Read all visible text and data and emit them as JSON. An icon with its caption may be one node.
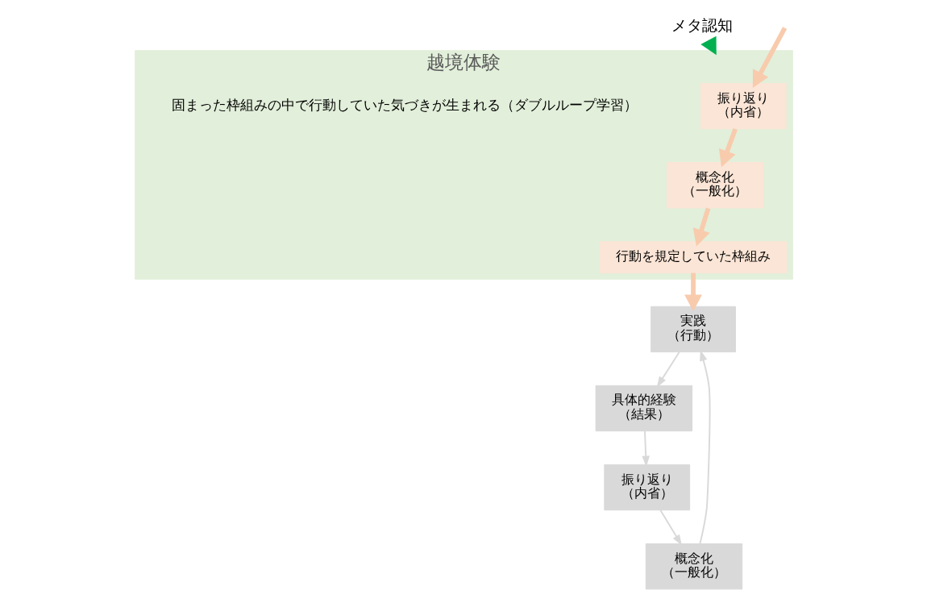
{
  "diagram": {
    "nodes": [
      {
        "text": [
          "越境体験"
        ]
      },
      {
        "text": [
          "振り返り",
          "（内省）"
        ],
        "in": 0
      },
      {
        "text": [
          "概念化",
          "（一般化）"
        ],
        "in": 0
      },
      {
        "text": [
          "行動を規定していた枠組み"
        ],
        "in": 0
      },
      {
        "text": [
          "実践",
          "（行動）"
        ]
      },
      {
        "text": [
          "具体的経験",
          "（結果）"
        ]
      },
      {
        "text": [
          "振り返り",
          "（内省）"
        ]
      },
      {
        "text": [
          "概念化",
          "（一般化）"
        ]
      },
      {
        "text": [
          "メタ認知"
        ]
      }
    ],
    "edges": [
      {
        "from": 1,
        "to": 2,
        "arrow": "to",
        "style": "thick",
        "color": "#f8cbad"
      },
      {
        "from": 2,
        "to": 3,
        "arrow": "to",
        "style": "thick",
        "color": "#f8cbad"
      },
      {
        "from": 3,
        "to": 4,
        "arrow": "to",
        "style": "thick",
        "color": "#f8cbad"
      },
      {
        "from": null,
        "to": 1,
        "arrow": "to",
        "style": "thick",
        "color": "#f8cbad"
      },
      {
        "from": 4,
        "to": 5,
        "arrow": "to",
        "color": "#d9d9d9"
      },
      {
        "from": 5,
        "to": 6,
        "arrow": "to",
        "color": "#d9d9d9"
      },
      {
        "from": 6,
        "to": 7,
        "arrow": "to",
        "color": "#d9d9d9"
      },
      {
        "from": 7,
        "to": 4,
        "arrow": "to",
        "color": "#d9d9d9"
      },
      {
        "from": 8,
        "to": 0,
        "arrow": "to",
        "style": "thick",
        "color": "#00b050"
      }
    ],
    "labels": [
      "固まった枠組みの中で行動していた気づきが生まれる（ダブルループ学習）"
    ]
  }
}
